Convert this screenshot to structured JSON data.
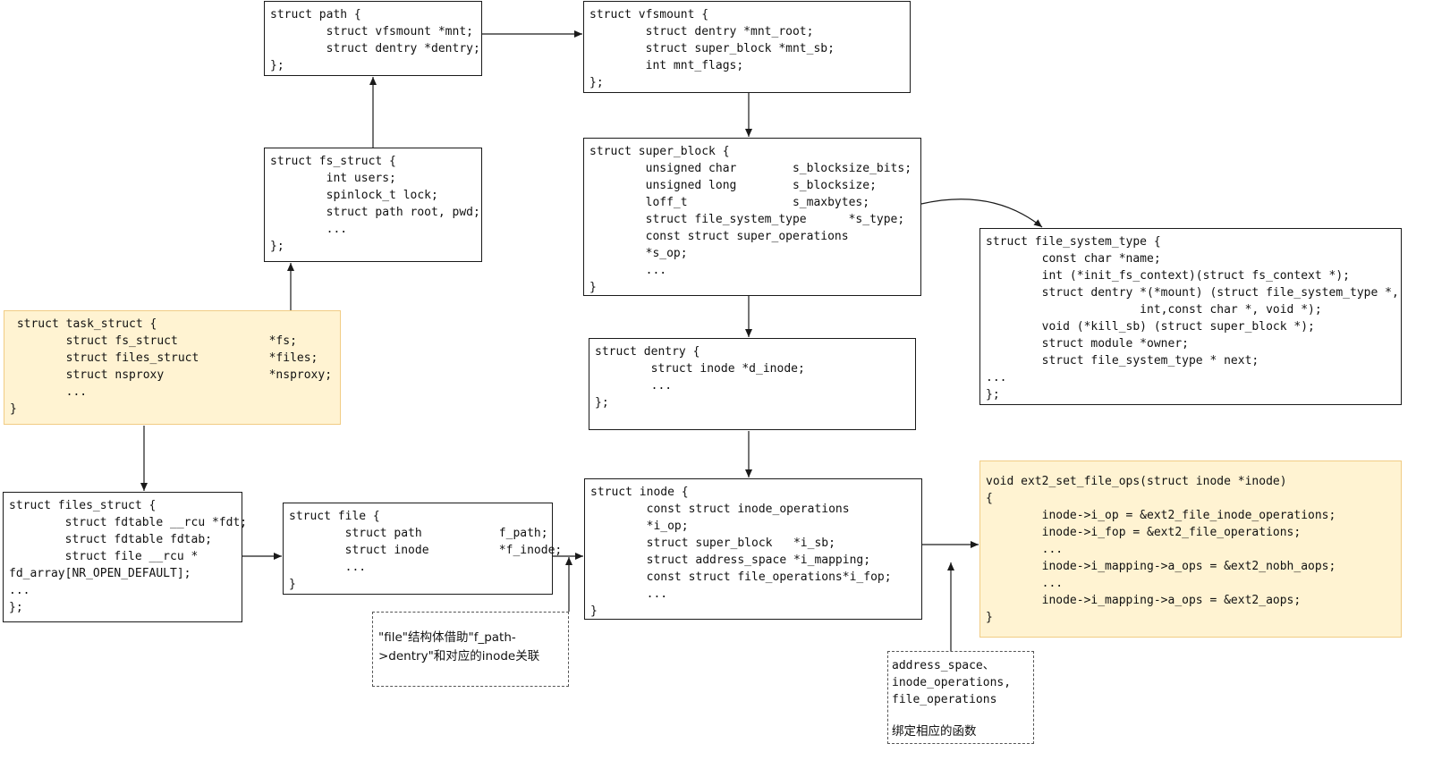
{
  "boxes": {
    "path": {
      "lines": [
        "struct path {",
        "\tstruct vfsmount *mnt;",
        "\tstruct dentry *dentry;",
        "};"
      ]
    },
    "vfsmount": {
      "lines": [
        "struct vfsmount {",
        "\tstruct dentry *mnt_root;",
        "\tstruct super_block *mnt_sb;",
        "\tint mnt_flags;",
        "};"
      ]
    },
    "fs_struct": {
      "lines": [
        "struct fs_struct {",
        "\tint users;",
        "\tspinlock_t lock;",
        "\tstruct path root, pwd;",
        "\t...",
        "};"
      ]
    },
    "super_block": {
      "lines": [
        "struct super_block {",
        "\tunsigned char        s_blocksize_bits;",
        "\tunsigned long        s_blocksize;",
        "\tloff_t               s_maxbytes;",
        "\tstruct file_system_type      *s_type;",
        "\tconst struct super_operations",
        "\t*s_op;",
        "\t...",
        "}"
      ]
    },
    "file_system_type": {
      "lines": [
        "struct file_system_type {",
        "\tconst char *name;",
        "\tint (*init_fs_context)(struct fs_context *);",
        "\tstruct dentry *(*mount) (struct file_system_type *,",
        "\t              int,const char *, void *);",
        "\tvoid (*kill_sb) (struct super_block *);",
        "\tstruct module *owner;",
        "\tstruct file_system_type * next;",
        "...",
        "};"
      ]
    },
    "task_struct": {
      "lines": [
        " struct task_struct {",
        "\tstruct fs_struct             *fs;",
        "\tstruct files_struct          *files;",
        "\tstruct nsproxy               *nsproxy;",
        "\t...",
        "}"
      ]
    },
    "dentry": {
      "lines": [
        "struct dentry {",
        "\tstruct inode *d_inode;",
        "\t...",
        "};"
      ]
    },
    "files_struct": {
      "lines": [
        "struct files_struct {",
        "\tstruct fdtable __rcu *fdt;",
        "\tstruct fdtable fdtab;",
        "\tstruct file __rcu *",
        "fd_array[NR_OPEN_DEFAULT];",
        "...",
        "};"
      ]
    },
    "file": {
      "lines": [
        "struct file {",
        "\tstruct path           f_path;",
        "\tstruct inode          *f_inode;",
        "\t...",
        "}"
      ]
    },
    "inode": {
      "lines": [
        "struct inode {",
        "\tconst struct inode_operations",
        "\t*i_op;",
        "\tstruct super_block   *i_sb;",
        "\tstruct address_space *i_mapping;",
        "\tconst struct file_operations*i_fop;",
        "\t...",
        "}"
      ]
    },
    "ext2_set_file_ops": {
      "lines": [
        "void ext2_set_file_ops(struct inode *inode)",
        "{",
        "\tinode->i_op = &ext2_file_inode_operations;",
        "\tinode->i_fop = &ext2_file_operations;",
        "\t...",
        "\tinode->i_mapping->a_ops = &ext2_nobh_aops;",
        "\t...",
        "\tinode->i_mapping->a_ops = &ext2_aops;",
        "}"
      ]
    }
  },
  "notes": {
    "file_note": "\"file\"结构体借助\"f_path->dentry\"和对应的inode关联",
    "ops_note_lines": [
      "address_space、",
      "inode_operations,",
      "file_operations"
    ],
    "ops_note_caption": "绑定相应的函数"
  },
  "colors": {
    "highlight_fill": "#fff3d2",
    "highlight_border": "#f1cc84",
    "line": "#1a1a1a"
  }
}
